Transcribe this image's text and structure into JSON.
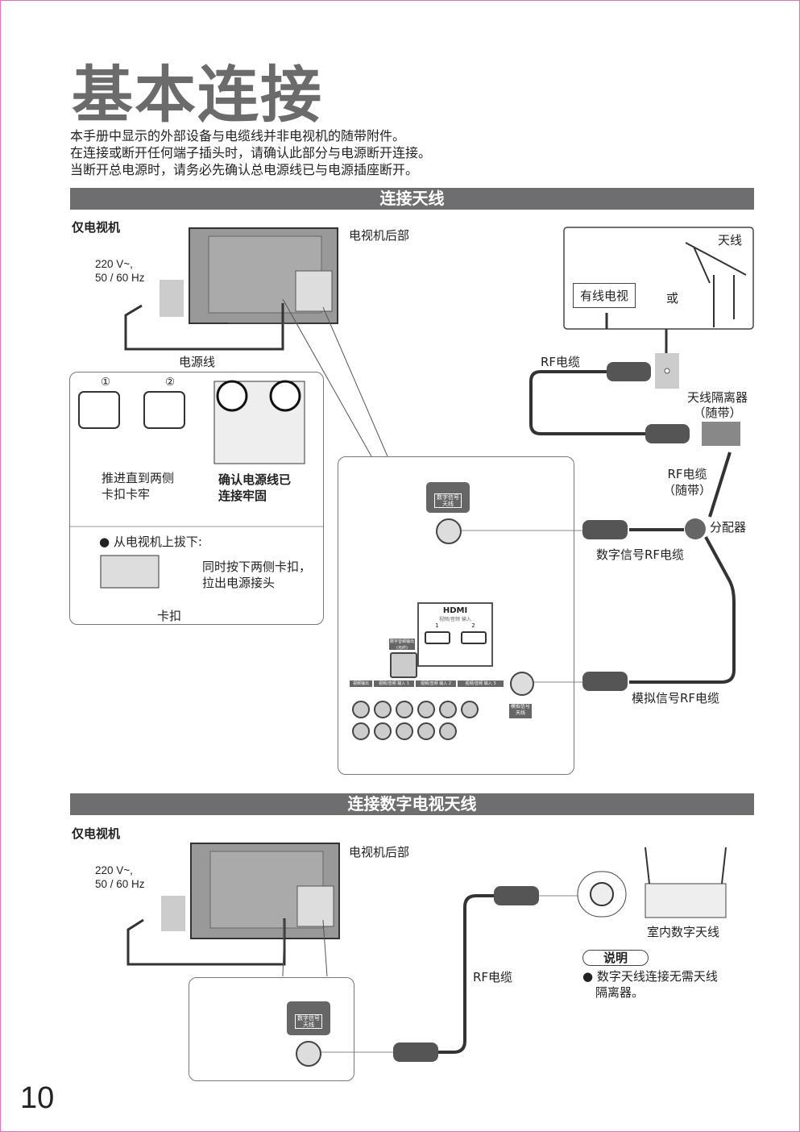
{
  "title": "基本连接",
  "intro": [
    "本手册中显示的外部设备与电缆线并非电视机的随带附件。",
    "在连接或断开任何端子插头时，请确认此部分与电源断开连接。",
    "当断开总电源时，请务必先确认总电源线已与电源插座断开。"
  ],
  "section1": {
    "heading": "连接天线",
    "tv_only": "仅电视机",
    "power_spec": [
      "220 V~,",
      "50 / 60 Hz"
    ],
    "tv_rear": "电视机后部",
    "power_cord": "电源线",
    "step_nums": [
      "①",
      "②"
    ],
    "push_text": [
      "推进直到两侧",
      "卡扣卡牢"
    ],
    "confirm_text": [
      "确认电源线已",
      "连接牢固"
    ],
    "unplug_title": "从电视机上拔下:",
    "unplug_text": [
      "同时按下两侧卡扣，",
      "拉出电源接头"
    ],
    "clip": "卡扣",
    "antenna": "天线",
    "cable_tv": "有线电视",
    "or": "或",
    "rf_cable": "RF电缆",
    "isolator": [
      "天线隔离器",
      "（随带）"
    ],
    "rf_cable_supplied": [
      "RF电缆",
      "（随带）"
    ],
    "splitter": "分配器",
    "digital_rf": "数字信号RF电缆",
    "analog_rf": "模拟信号RF电缆",
    "panel": {
      "digital_antenna": "数字信号天线",
      "hdmi": "HDMI",
      "hdmi_input": "视频/音频 输入",
      "hdmi_ports": [
        "1",
        "2"
      ],
      "optical_out": "数字音频输出(光纤)",
      "groups": [
        "视频输出",
        "视频/音频 输入 1",
        "视频/音频 输入 2",
        "视频/音频 输入 3"
      ],
      "analog_antenna": "模拟信号天线"
    }
  },
  "section2": {
    "heading": "连接数字电视天线",
    "tv_only": "仅电视机",
    "power_spec": [
      "220 V~,",
      "50 / 60 Hz"
    ],
    "tv_rear": "电视机后部",
    "rf_cable": "RF电缆",
    "indoor_antenna": "室内数字天线",
    "note_title": "说明",
    "note_text": [
      "数字天线连接无需天线",
      "隔离器。"
    ],
    "digital_antenna": "数字信号天线"
  },
  "page_number": "10"
}
